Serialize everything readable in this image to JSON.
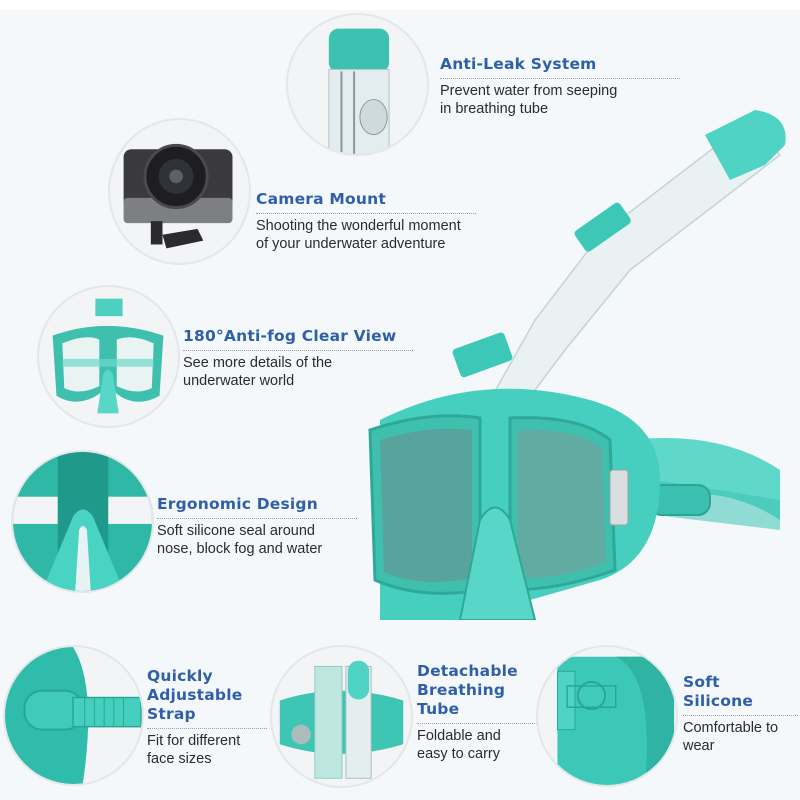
{
  "colors": {
    "title_blue": "#2f5fa8",
    "description_text": "#2b2b2b",
    "teal_accent": "#3cc8b8",
    "background": "#f5f8fa"
  },
  "product": {
    "icon": "snorkel-mask-with-foldable-tube-illustration"
  },
  "features": [
    {
      "id": "anti-leak",
      "icon": "breathing-tube-valve-icon",
      "title": "Anti-Leak System",
      "description_lines": [
        "Prevent water from seeping",
        "in breathing tube"
      ]
    },
    {
      "id": "camera-mount",
      "icon": "action-camera-icon",
      "title": "Camera Mount",
      "description_lines": [
        "Shooting the wonderful moment",
        "of your underwater adventure"
      ]
    },
    {
      "id": "anti-fog",
      "icon": "mask-front-view-icon",
      "title": "180°Anti-fog Clear View",
      "description_lines": [
        "See more details of the",
        "underwater world"
      ]
    },
    {
      "id": "ergonomic",
      "icon": "nose-pocket-closeup-icon",
      "title": "Ergonomic Design",
      "description_lines": [
        "Soft silicone seal around",
        "nose, block fog and water"
      ]
    },
    {
      "id": "strap",
      "icon": "strap-buckle-icon",
      "title_lines": [
        "Quickly",
        "Adjustable",
        "Strap"
      ],
      "description_lines": [
        "Fit for different",
        "face sizes"
      ]
    },
    {
      "id": "detachable-tube",
      "icon": "folded-tube-icon",
      "title_lines": [
        "Detachable",
        "Breathing",
        "Tube"
      ],
      "description_lines": [
        "Foldable and",
        "easy to carry"
      ]
    },
    {
      "id": "soft-silicone",
      "icon": "silicone-skirt-icon",
      "title_lines": [
        "Soft",
        "Silicone"
      ],
      "description_lines": [
        "Comfortable to",
        "wear"
      ]
    }
  ]
}
